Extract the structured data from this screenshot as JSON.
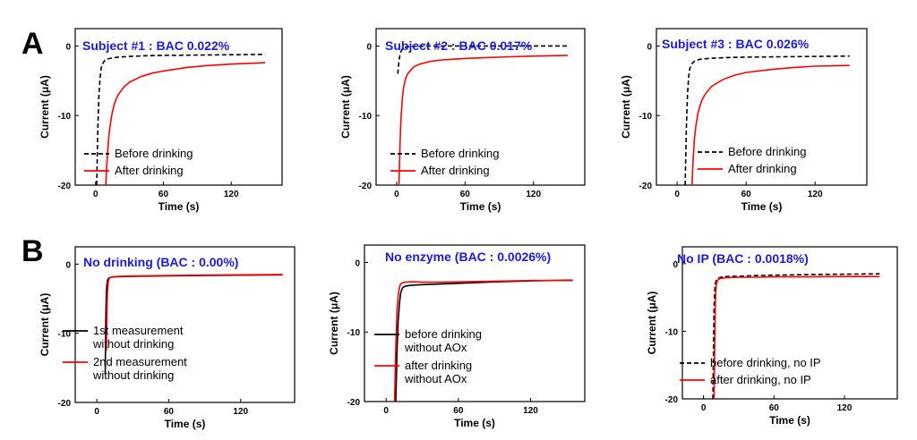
{
  "panel_labels": [
    "A",
    "B"
  ],
  "chart_data": [
    {
      "type": "line",
      "title": "Subject #1 : BAC 0.022%",
      "xlabel": "Time (s)",
      "ylabel": "Current (μA)",
      "xlim": [
        -18,
        165
      ],
      "ylim": [
        -20,
        2.5
      ],
      "xticks": [
        0,
        60,
        120
      ],
      "yticks": [
        0,
        -10,
        -20
      ],
      "legend_position": "bottom-right",
      "series": [
        {
          "name": "Before drinking",
          "color": "#000000",
          "dash": "dashed",
          "x": [
            1,
            2,
            3,
            4,
            5,
            6,
            8,
            10,
            15,
            20,
            30,
            45,
            60,
            90,
            120,
            150
          ],
          "y": [
            -20,
            -12,
            -7,
            -4.5,
            -3.2,
            -2.6,
            -2.1,
            -1.9,
            -1.7,
            -1.6,
            -1.5,
            -1.4,
            -1.35,
            -1.3,
            -1.25,
            -1.2
          ]
        },
        {
          "name": "After drinking",
          "color": "#ff0000",
          "dash": "solid",
          "x": [
            9,
            10,
            11,
            12,
            14,
            16,
            18,
            20,
            25,
            30,
            40,
            50,
            60,
            80,
            100,
            120,
            150
          ],
          "y": [
            -20,
            -17,
            -14.5,
            -12.5,
            -10.2,
            -8.7,
            -7.7,
            -7,
            -5.9,
            -5.2,
            -4.4,
            -3.9,
            -3.6,
            -3.1,
            -2.8,
            -2.6,
            -2.4
          ]
        }
      ]
    },
    {
      "type": "line",
      "title": "Subject #2 : BAC 0.017%",
      "xlabel": "Time (s)",
      "ylabel": "Current (μA)",
      "xlim": [
        -18,
        165
      ],
      "ylim": [
        -20,
        2.5
      ],
      "xticks": [
        0,
        60,
        120
      ],
      "yticks": [
        0,
        -10,
        -20
      ],
      "legend_position": "bottom-right",
      "series": [
        {
          "name": "Before drinking",
          "color": "#000000",
          "dash": "dashed",
          "x": [
            1,
            2,
            3,
            4,
            5,
            7,
            10,
            15,
            30,
            60,
            90,
            120,
            150
          ],
          "y": [
            -4,
            -2.2,
            -1.2,
            -0.7,
            -0.4,
            -0.2,
            -0.1,
            -0.05,
            0,
            0,
            0,
            0,
            0
          ]
        },
        {
          "name": "After drinking",
          "color": "#ff0000",
          "dash": "solid",
          "x": [
            2,
            3,
            4,
            5,
            6,
            8,
            10,
            15,
            20,
            30,
            40,
            60,
            80,
            100,
            120,
            150
          ],
          "y": [
            -20,
            -14,
            -10,
            -7.5,
            -6,
            -4.6,
            -3.9,
            -3,
            -2.6,
            -2.2,
            -2,
            -1.8,
            -1.65,
            -1.55,
            -1.45,
            -1.35
          ]
        }
      ]
    },
    {
      "type": "line",
      "title": "Subject #3 : BAC 0.026%",
      "xlabel": "Time (s)",
      "ylabel": "Current (μA)",
      "xlim": [
        -18,
        165
      ],
      "ylim": [
        -20,
        2.5
      ],
      "xticks": [
        0,
        60,
        120
      ],
      "yticks": [
        0,
        -10,
        -20
      ],
      "legend_position": "bottom-right",
      "series": [
        {
          "name": "Before drinking",
          "color": "#000000",
          "dash": "dashed",
          "x": [
            7,
            8,
            9,
            10,
            11,
            13,
            15,
            20,
            30,
            45,
            60,
            90,
            120,
            150
          ],
          "y": [
            -20,
            -12,
            -7,
            -4.5,
            -3.3,
            -2.5,
            -2.2,
            -1.9,
            -1.75,
            -1.65,
            -1.6,
            -1.55,
            -1.5,
            -1.45
          ]
        },
        {
          "name": "After drinking",
          "color": "#ff0000",
          "dash": "solid",
          "x": [
            13,
            14,
            15,
            16,
            18,
            20,
            22,
            25,
            30,
            40,
            50,
            60,
            80,
            100,
            120,
            150
          ],
          "y": [
            -20,
            -16,
            -13.5,
            -11.8,
            -9.8,
            -8.5,
            -7.6,
            -6.8,
            -5.8,
            -4.8,
            -4.2,
            -3.8,
            -3.4,
            -3.1,
            -2.9,
            -2.8
          ]
        }
      ]
    },
    {
      "type": "line",
      "title": "No drinking (BAC : 0.00%)",
      "xlabel": "Time (s)",
      "ylabel": "Current (μA)",
      "xlim": [
        -18,
        165
      ],
      "ylim": [
        -20,
        2.5
      ],
      "xticks": [
        0,
        60,
        120
      ],
      "yticks": [
        0,
        -10,
        -20
      ],
      "legend_position": "bottom-right",
      "series": [
        {
          "name": "1st measurement\nwithout drinking",
          "color": "#000000",
          "dash": "solid",
          "x": [
            7,
            7.5,
            8,
            8.5,
            9,
            10,
            12,
            15,
            20,
            30,
            60,
            90,
            120,
            155
          ],
          "y": [
            -16,
            -8,
            -4,
            -2.8,
            -2.3,
            -2,
            -1.9,
            -1.85,
            -1.8,
            -1.75,
            -1.7,
            -1.65,
            -1.6,
            -1.55
          ]
        },
        {
          "name": "2nd measurement\nwithout drinking",
          "color": "#ff0000",
          "dash": "solid",
          "x": [
            8,
            8.5,
            9,
            9.5,
            10,
            11,
            13,
            16,
            20,
            30,
            60,
            90,
            120,
            155
          ],
          "y": [
            -12.5,
            -6.5,
            -3.8,
            -2.7,
            -2.2,
            -1.95,
            -1.85,
            -1.8,
            -1.75,
            -1.7,
            -1.65,
            -1.6,
            -1.55,
            -1.5
          ]
        }
      ]
    },
    {
      "type": "line",
      "title": "No enzyme (BAC : 0.0026%)",
      "xlabel": "Time (s)",
      "ylabel": "Current (μA)",
      "xlim": [
        -18,
        165
      ],
      "ylim": [
        -20,
        2.5
      ],
      "xticks": [
        0,
        60,
        120
      ],
      "yticks": [
        0,
        -10,
        -20
      ],
      "legend_position": "bottom-right",
      "series": [
        {
          "name": "before drinking\nwithout AOx",
          "color": "#000000",
          "dash": "solid",
          "x": [
            8,
            9,
            10,
            11,
            12,
            13,
            14,
            16,
            20,
            25,
            30,
            45,
            60,
            90,
            120,
            155
          ],
          "y": [
            -20,
            -13,
            -8.5,
            -6,
            -4.5,
            -3.9,
            -3.6,
            -3.4,
            -3.3,
            -3.25,
            -3.2,
            -3.1,
            -3,
            -2.8,
            -2.65,
            -2.55
          ]
        },
        {
          "name": "after drinking\nwithout AOx",
          "color": "#ff0000",
          "dash": "solid",
          "x": [
            7,
            8,
            9,
            10,
            11,
            12,
            14,
            16,
            20,
            25,
            30,
            45,
            60,
            90,
            120,
            155
          ],
          "y": [
            -20,
            -12,
            -7,
            -4.8,
            -3.6,
            -3.1,
            -2.9,
            -2.85,
            -2.8,
            -2.8,
            -2.85,
            -2.85,
            -2.8,
            -2.7,
            -2.6,
            -2.6
          ]
        }
      ]
    },
    {
      "type": "line",
      "title": "No IP (BAC : 0.0018%)",
      "xlabel": "Time (s)",
      "ylabel": "Current (μA)",
      "xlim": [
        -18,
        165
      ],
      "ylim": [
        -20,
        2.5
      ],
      "xticks": [
        0,
        60,
        120
      ],
      "yticks": [
        0,
        -10,
        -20
      ],
      "legend_position": "bottom-right",
      "series": [
        {
          "name": "before drinking, no IP",
          "color": "#000000",
          "dash": "dashed",
          "x": [
            8,
            8.5,
            9,
            9.5,
            10,
            11,
            13,
            16,
            20,
            30,
            45,
            60,
            90,
            120,
            150
          ],
          "y": [
            -20,
            -12,
            -6.5,
            -4,
            -3,
            -2.4,
            -2.1,
            -1.95,
            -1.9,
            -1.85,
            -1.75,
            -1.7,
            -1.6,
            -1.55,
            -1.5
          ]
        },
        {
          "name": "after drinking, no IP",
          "color": "#ff0000",
          "dash": "solid",
          "x": [
            9,
            9.5,
            10,
            10.5,
            11,
            12,
            14,
            17,
            20,
            30,
            45,
            60,
            90,
            120,
            150
          ],
          "y": [
            -20,
            -12,
            -6.5,
            -4,
            -3,
            -2.4,
            -2.2,
            -2.1,
            -2.05,
            -2,
            -2,
            -1.95,
            -1.95,
            -1.9,
            -1.9
          ]
        }
      ]
    }
  ]
}
